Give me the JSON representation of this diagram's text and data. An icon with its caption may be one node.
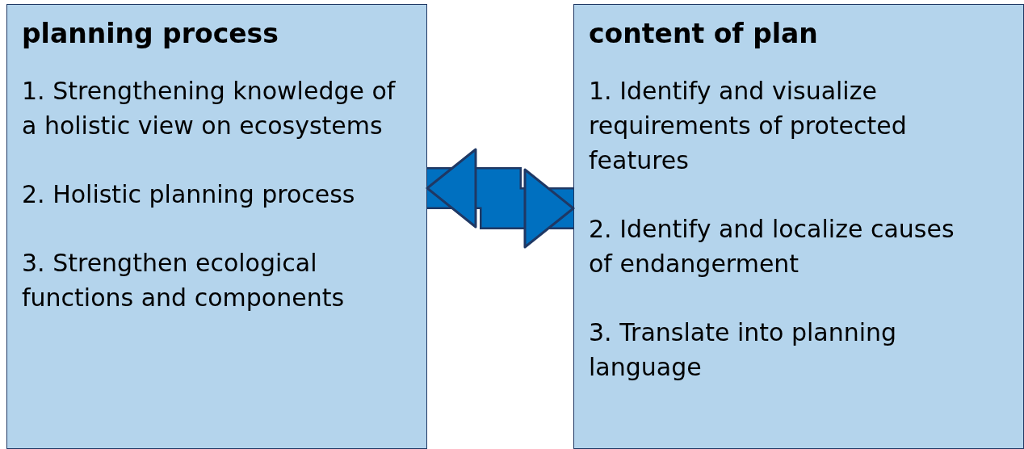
{
  "diagram": {
    "nodes": [
      {
        "text": [
          "planning process",
          "1. Strengthening knowledge of a holistic view on ecosystems",
          "2. Holistic planning process",
          "3. Strengthen ecological functions and components"
        ]
      },
      {
        "text": [
          "content of plan",
          "1. Identify and visualize requirements of protected features",
          "2. Identify and localize causes of endangerment",
          "3. Translate into planning language"
        ]
      }
    ],
    "edges": [
      {
        "from": 0,
        "to": 1,
        "arrow": "both"
      }
    ]
  }
}
